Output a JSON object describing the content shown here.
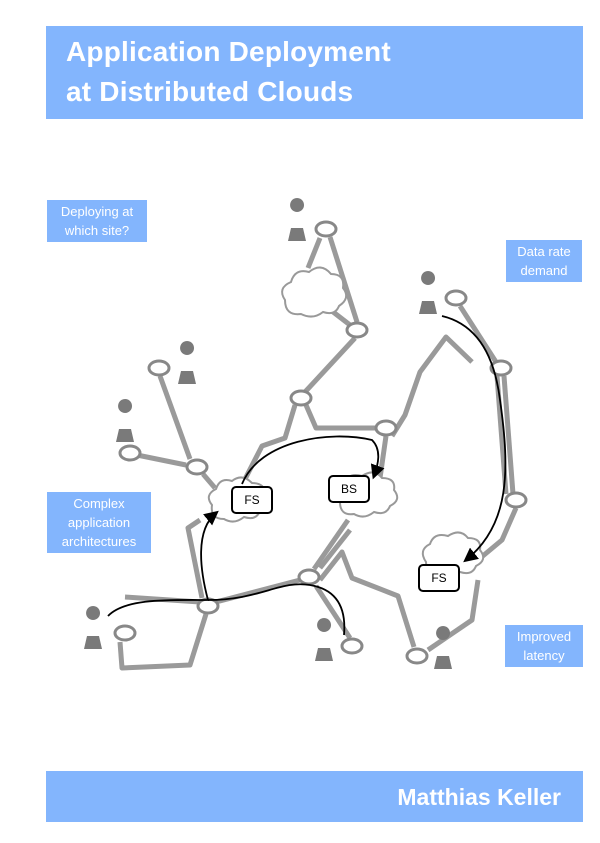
{
  "title": {
    "line1": "Application Deployment",
    "line2": "at Distributed Clouds"
  },
  "author": "Matthias Keller",
  "callouts": {
    "site": "Deploying at\nwhich site?",
    "data_rate": "Data rate\ndemand",
    "complex": "Complex\napplication\narchitectures",
    "latency": "Improved\nlatency"
  },
  "services": {
    "fs1": "FS",
    "bs": "BS",
    "fs2": "FS"
  },
  "colors": {
    "accent": "#83b5fd",
    "link": "#999999",
    "node": "#808080"
  }
}
